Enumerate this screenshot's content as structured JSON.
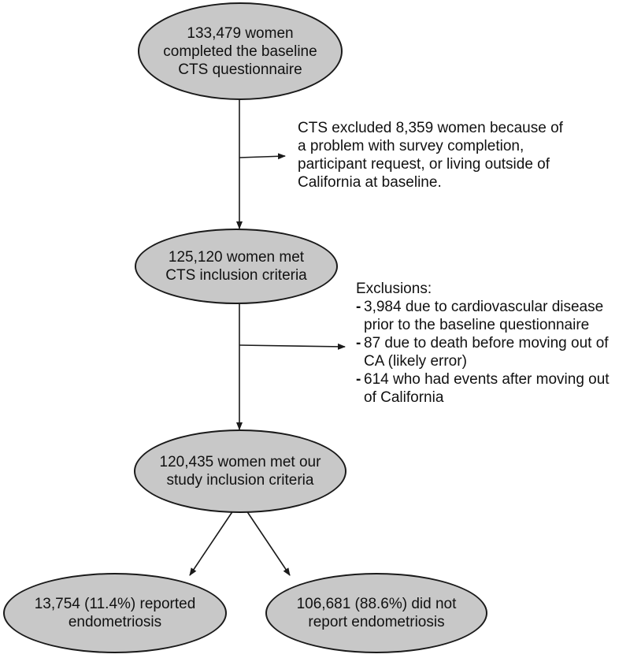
{
  "nodes": {
    "start": {
      "text": "133,479 women\ncompleted the baseline\nCTS questionnaire"
    },
    "cts_inclusion": {
      "text": "125,120 women met\nCTS inclusion criteria"
    },
    "study_inclusion": {
      "text": "120,435 women met our\nstudy inclusion criteria"
    },
    "reported": {
      "text": "13,754 (11.4%) reported\nendometriosis"
    },
    "not_reported": {
      "text": "106,681 (88.6%) did not\nreport endometriosis"
    }
  },
  "notes": {
    "cts_exclusion": {
      "text": "CTS excluded 8,359 women because of\na problem with survey completion,\nparticipant request, or living outside of\nCalifornia at baseline."
    },
    "exclusions": {
      "heading": "Exclusions:",
      "items": [
        "3,984 due to cardiovascular disease\nprior to the baseline questionnaire",
        "87 due to death before moving out of\nCA (likely error)",
        "614 who had events after moving out\nof California"
      ]
    }
  },
  "colors": {
    "node_fill": "#c8c8c8",
    "stroke": "#1a1a1a"
  }
}
